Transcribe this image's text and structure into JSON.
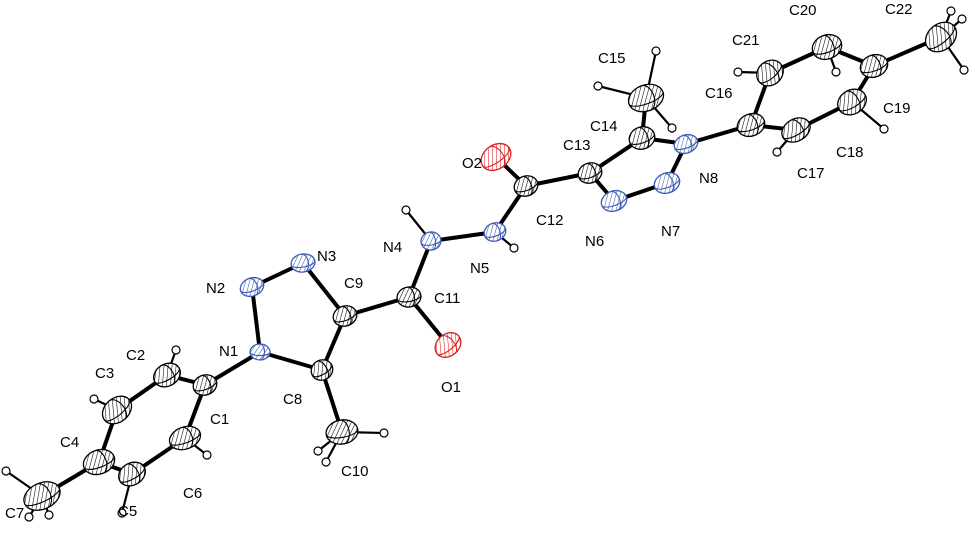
{
  "figure": {
    "colors": {
      "carbon": "#000000",
      "nitrogen": "#3b5bb5",
      "oxygen": "#d92020",
      "background": "#ffffff"
    },
    "atoms": [
      {
        "id": "C1",
        "label": "C1",
        "element": "C"
      },
      {
        "id": "C2",
        "label": "C2",
        "element": "C"
      },
      {
        "id": "C3",
        "label": "C3",
        "element": "C"
      },
      {
        "id": "C4",
        "label": "C4",
        "element": "C"
      },
      {
        "id": "C5",
        "label": "C5",
        "element": "C"
      },
      {
        "id": "C6",
        "label": "C6",
        "element": "C"
      },
      {
        "id": "C7",
        "label": "C7",
        "element": "C"
      },
      {
        "id": "N1",
        "label": "N1",
        "element": "N"
      },
      {
        "id": "N2",
        "label": "N2",
        "element": "N"
      },
      {
        "id": "N3",
        "label": "N3",
        "element": "N"
      },
      {
        "id": "C8",
        "label": "C8",
        "element": "C"
      },
      {
        "id": "C9",
        "label": "C9",
        "element": "C"
      },
      {
        "id": "C10",
        "label": "C10",
        "element": "C"
      },
      {
        "id": "C11",
        "label": "C11",
        "element": "C"
      },
      {
        "id": "O1",
        "label": "O1",
        "element": "O"
      },
      {
        "id": "N4",
        "label": "N4",
        "element": "N"
      },
      {
        "id": "N5",
        "label": "N5",
        "element": "N"
      },
      {
        "id": "C12",
        "label": "C12",
        "element": "C"
      },
      {
        "id": "O2",
        "label": "O2",
        "element": "O"
      },
      {
        "id": "C13",
        "label": "C13",
        "element": "C"
      },
      {
        "id": "C14",
        "label": "C14",
        "element": "C"
      },
      {
        "id": "C15",
        "label": "C15",
        "element": "C"
      },
      {
        "id": "N6",
        "label": "N6",
        "element": "N"
      },
      {
        "id": "N7",
        "label": "N7",
        "element": "N"
      },
      {
        "id": "N8",
        "label": "N8",
        "element": "N"
      },
      {
        "id": "C16",
        "label": "C16",
        "element": "C"
      },
      {
        "id": "C17",
        "label": "C17",
        "element": "C"
      },
      {
        "id": "C18",
        "label": "C18",
        "element": "C"
      },
      {
        "id": "C19",
        "label": "C19",
        "element": "C"
      },
      {
        "id": "C20",
        "label": "C20",
        "element": "C"
      },
      {
        "id": "C21",
        "label": "C21",
        "element": "C"
      },
      {
        "id": "C22",
        "label": "C22",
        "element": "C"
      }
    ],
    "bonds": [
      [
        "C7",
        "C4"
      ],
      [
        "C4",
        "C3"
      ],
      [
        "C4",
        "C5"
      ],
      [
        "C3",
        "C2"
      ],
      [
        "C5",
        "C6"
      ],
      [
        "C2",
        "C1"
      ],
      [
        "C6",
        "C1"
      ],
      [
        "C1",
        "N1"
      ],
      [
        "N1",
        "N2"
      ],
      [
        "N2",
        "N3"
      ],
      [
        "N3",
        "C9"
      ],
      [
        "C9",
        "C8"
      ],
      [
        "C8",
        "N1"
      ],
      [
        "C8",
        "C10"
      ],
      [
        "C9",
        "C11"
      ],
      [
        "C11",
        "O1"
      ],
      [
        "C11",
        "N4"
      ],
      [
        "N4",
        "N5"
      ],
      [
        "N5",
        "C12"
      ],
      [
        "C12",
        "O2"
      ],
      [
        "C12",
        "C13"
      ],
      [
        "C13",
        "N6"
      ],
      [
        "N6",
        "N7"
      ],
      [
        "N7",
        "N8"
      ],
      [
        "N8",
        "C14"
      ],
      [
        "C14",
        "C13"
      ],
      [
        "C14",
        "C15"
      ],
      [
        "N8",
        "C16"
      ],
      [
        "C16",
        "C17"
      ],
      [
        "C16",
        "C21"
      ],
      [
        "C17",
        "C18"
      ],
      [
        "C21",
        "C20"
      ],
      [
        "C18",
        "C19"
      ],
      [
        "C20",
        "C19"
      ],
      [
        "C19",
        "C22"
      ]
    ]
  }
}
